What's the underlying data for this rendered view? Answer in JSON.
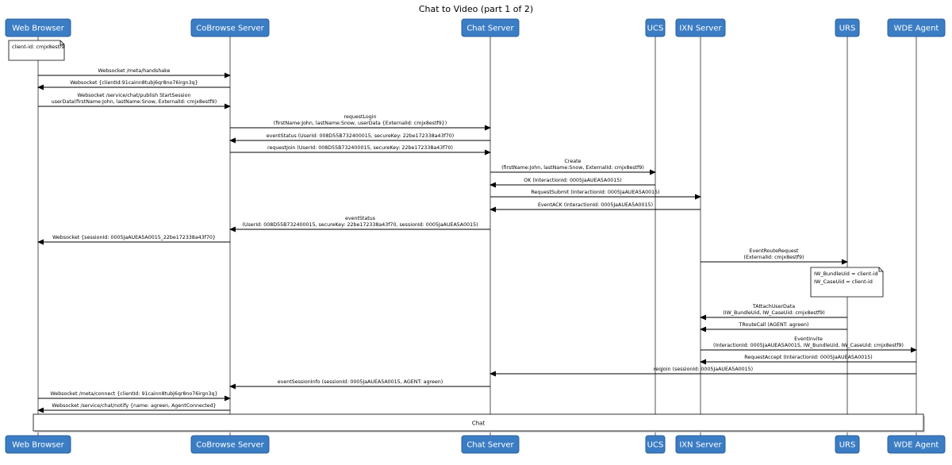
{
  "title": "Chat to Video (part 1 of 2)",
  "actors": [
    {
      "id": "wb",
      "label": "Web Browser"
    },
    {
      "id": "cb",
      "label": "CoBrowse Server"
    },
    {
      "id": "cs",
      "label": "Chat Server"
    },
    {
      "id": "ucs",
      "label": "UCS"
    },
    {
      "id": "ixn",
      "label": "IXN Server"
    },
    {
      "id": "urs",
      "label": "URS"
    },
    {
      "id": "wde",
      "label": "WDE Agent"
    }
  ],
  "notes": [
    {
      "id": "note-client-id",
      "lines": [
        "client-id: cmjx8estf9"
      ]
    },
    {
      "id": "note-urs",
      "lines": [
        "IW_BundleUid = client-id",
        "IW_CaseUid = client-id"
      ]
    }
  ],
  "messages": [
    {
      "from": "wb",
      "to": "cb",
      "lines": [
        "Websocket /meta/handshake"
      ]
    },
    {
      "from": "cb",
      "to": "wb",
      "lines": [
        "Websocket {clientId:91cainn8tubj6qr8no76irgn3q}"
      ]
    },
    {
      "from": "wb",
      "to": "cb",
      "lines": [
        "Websocket /service/chat/publish StartSession",
        "userData(firstName:John, lastName:Snow, ExternalId: cmjx8estf9)"
      ]
    },
    {
      "from": "cb",
      "to": "cs",
      "lines": [
        "requestLogin",
        "(firstName:John, lastName:Snow, userData {ExternalId: cmjx8estf9})"
      ]
    },
    {
      "from": "cs",
      "to": "cb",
      "lines": [
        "eventStatus (UserId: 008D55B732400015, secureKey: 22be172338a43f70)"
      ]
    },
    {
      "from": "cb",
      "to": "cs",
      "lines": [
        "requestJoin (UserId: 008D55B732400015, secureKey: 22be172338a43f70)"
      ]
    },
    {
      "from": "cs",
      "to": "ucs",
      "lines": [
        "Create",
        "(firstName:John, lastName:Snow, ExternalId: cmjx8estf9)"
      ]
    },
    {
      "from": "ucs",
      "to": "cs",
      "lines": [
        "OK (InteractionId: 0005JaAUEA5A0015)"
      ]
    },
    {
      "from": "cs",
      "to": "ixn",
      "lines": [
        "RequestSubmit (InteractionId: 0005JaAUEA5A0015)"
      ]
    },
    {
      "from": "ixn",
      "to": "cs",
      "lines": [
        "EventACK (InteractionId: 0005JaAUEA5A0015)"
      ]
    },
    {
      "from": "cs",
      "to": "cb",
      "lines": [
        "eventStatus",
        "(UserId: 008D55B732400015, secureKey: 22be172338a43f70, sessionId: 0005JaAUEA5A0015)"
      ]
    },
    {
      "from": "cb",
      "to": "wb",
      "lines": [
        "Websocket {sessionId: 0005JaAUEA5A0015_22be172338a43f70}"
      ]
    },
    {
      "from": "ixn",
      "to": "urs",
      "lines": [
        "EventRouteRequest",
        "(ExternalId: cmjx8estf9)"
      ]
    },
    {
      "from": "urs",
      "to": "ixn",
      "lines": [
        "TAttachUserData",
        "(IW_BundleUid, IW_CaseUid: cmjx8estf9)"
      ]
    },
    {
      "from": "urs",
      "to": "ixn",
      "lines": [
        "TRouteCall (AGENT: agreen)"
      ]
    },
    {
      "from": "ixn",
      "to": "wde",
      "lines": [
        "EventInvite",
        "(InteractionId: 0005JaAUEA5A0015, IW_BundleUid, IW_CaseUid: cmjx8estf9)"
      ]
    },
    {
      "from": "wde",
      "to": "ixn",
      "lines": [
        "RequestAccept (InteractionId: 0005JaAUEA5A0015)"
      ]
    },
    {
      "from": "wde",
      "to": "cs",
      "lines": [
        "reqJoin (sessionId: 0005JaAUEA5A0015)"
      ]
    },
    {
      "from": "cs",
      "to": "cb",
      "lines": [
        "eventSessionInfo (sessionId: 0005JaAUEA5A0015, AGENT: agreen)"
      ]
    },
    {
      "from": "wb",
      "to": "cb",
      "lines": [
        "Websocket /meta/connect {clientId: 91cainn8tubj6qr8no76irgn3q}"
      ]
    },
    {
      "from": "cb",
      "to": "wb",
      "lines": [
        "Websocket /service/chat/notify {name: agreen, AgentConnected}"
      ]
    }
  ],
  "frame": {
    "label": "Chat"
  }
}
